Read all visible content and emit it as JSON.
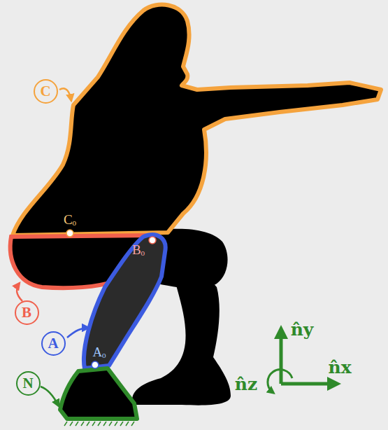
{
  "diagram": {
    "nodes": [
      {
        "text": [
          "C"
        ]
      },
      {
        "text": [
          "B"
        ]
      },
      {
        "text": [
          "A"
        ]
      },
      {
        "text": [
          "N"
        ]
      }
    ],
    "labels": [
      "Cₒ",
      "Bₒ",
      "Aₒ",
      "n̂y",
      "n̂z",
      "n̂x"
    ]
  }
}
